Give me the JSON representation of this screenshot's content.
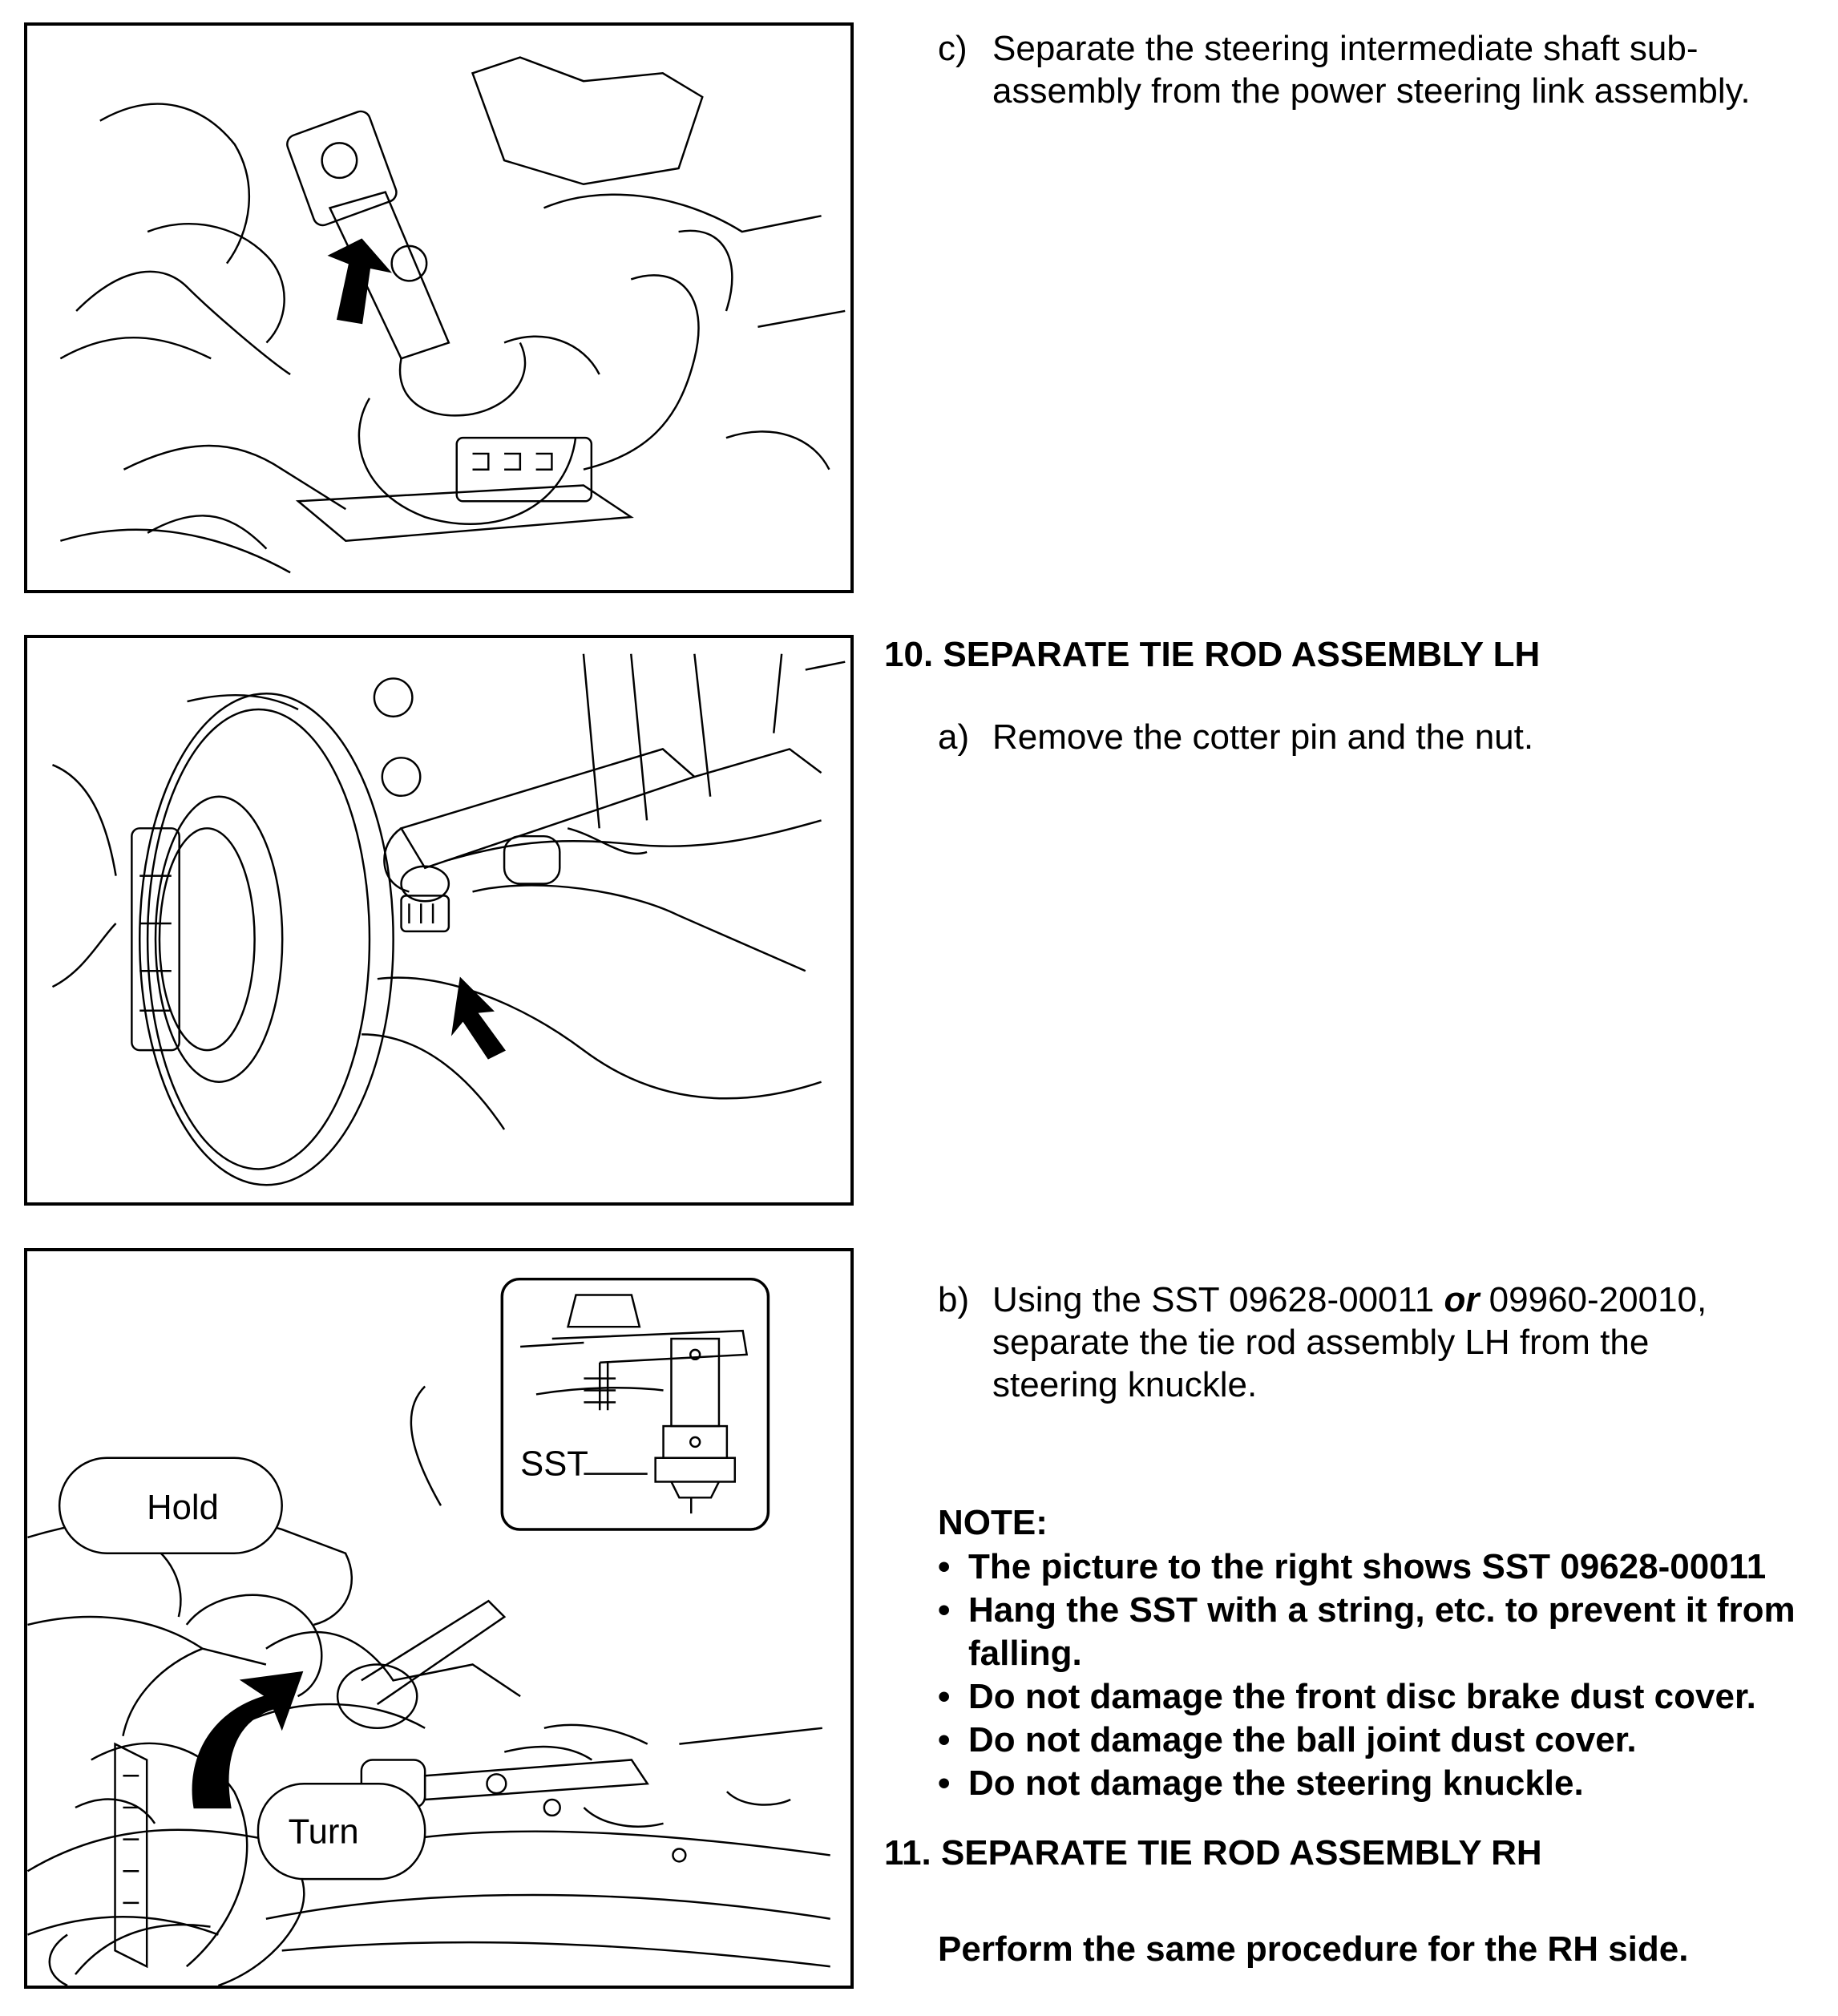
{
  "step_c": {
    "marker": "c)",
    "text": "Separate the steering intermediate shaft sub-assembly from the power steering link assembly."
  },
  "section_10": {
    "heading": "10. SEPARATE TIE ROD ASSEMBLY LH"
  },
  "step_a": {
    "marker": "a)",
    "text": "Remove the cotter pin and the nut."
  },
  "step_b": {
    "marker": "b)",
    "text_before": "Using the SST 09628-00011 ",
    "emphasis": "or",
    "text_after": " 09960-20010, separate the tie rod assembly LH from the steering knuckle."
  },
  "note": {
    "title": "NOTE:",
    "items": [
      "The picture to the right shows SST 09628-00011",
      "Hang the SST with a string, etc. to prevent it from falling.",
      "Do not damage the front disc brake dust cover.",
      "Do not damage the ball joint dust cover.",
      "Do not damage the steering knuckle."
    ]
  },
  "section_11": {
    "heading": "11. SEPARATE TIE ROD ASSEMBLY RH",
    "text": "Perform the same procedure for the RH side."
  },
  "figure3_labels": {
    "sst": "SST",
    "hold": "Hold",
    "turn": "Turn"
  }
}
